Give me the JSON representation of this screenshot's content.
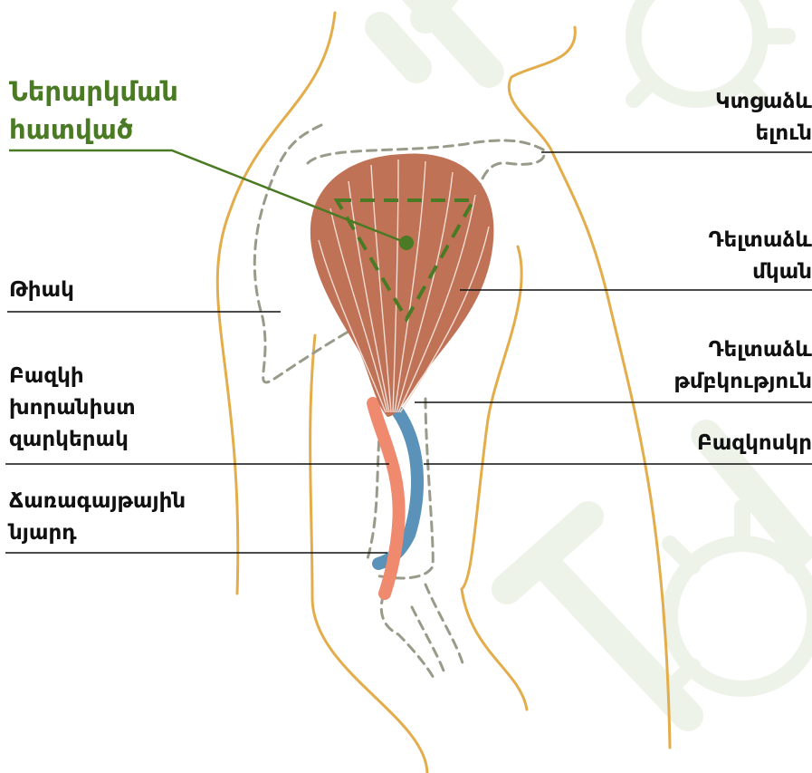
{
  "labels": {
    "injection_site": "Ներարկման\nհատված",
    "acromion": "Կտցաձև\nելուն",
    "deltoid_muscle": "Դելտաձև\nմկան",
    "shoulder": "Թիակ",
    "deltoid_tuberosity": "Դելտաձև\nթմբկություն",
    "brachial_artery": "Բազկի\nխորանիստ\nզարկերակ",
    "humerus": "Բազկոսկր",
    "radial_nerve": "Ճառագայթային\nնյարդ"
  },
  "colors": {
    "injection_accent": "#4a7a23",
    "muscle": "#c07257",
    "muscle_fibers": "#f3dcd2",
    "body_outline": "#e3ad4b",
    "bone_outline": "#9a9a8a",
    "artery": "#ef8a6e",
    "nerve": "#5b92b9",
    "leader_lines": "#111111",
    "watermark": "#eef3ea"
  },
  "icons": [
    "syringe-watermark-icon",
    "virus-watermark-icon"
  ]
}
